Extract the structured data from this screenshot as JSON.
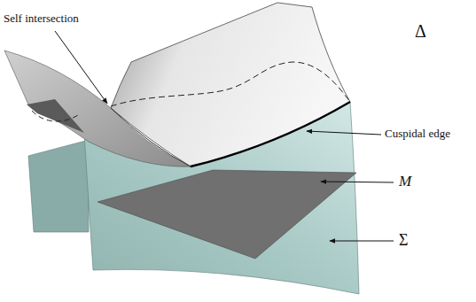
{
  "diagram": {
    "labels": [
      "Self intersection",
      "Δ",
      "Cuspidal edge",
      "M",
      "Σ"
    ]
  }
}
